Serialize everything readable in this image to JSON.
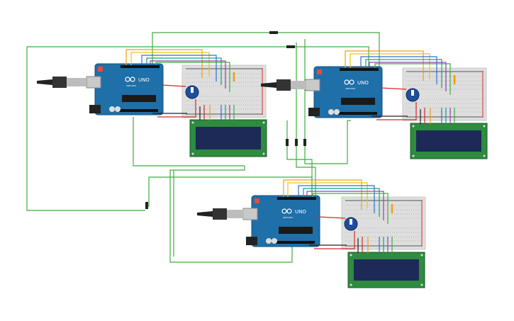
{
  "colors": {
    "background": "#ffffff",
    "arduino_board": "#1f6fa8",
    "arduino_dark": "#13507c",
    "lcd_pcb": "#2e8b3f",
    "lcd_screen": "#1d2a57",
    "breadboard": "#dedede",
    "wire_green": "#3fae3f",
    "wire_red": "#d62828",
    "wire_black": "#222222",
    "wire_orange": "#f39c12",
    "wire_yellow": "#e6c619",
    "wire_blue": "#2f6fd6",
    "wire_purple": "#8e44ad",
    "wire_teal": "#16a085"
  },
  "boards": [
    {
      "label": "UNO",
      "brand": "ARDUINO",
      "usb_icon": "usb-cable-icon"
    },
    {
      "label": "UNO",
      "brand": "ARDUINO",
      "usb_icon": "usb-cable-icon"
    },
    {
      "label": "UNO",
      "brand": "ARDUINO",
      "usb_icon": "usb-cable-icon"
    }
  ],
  "components": {
    "lcd": "16x2 LCD",
    "potentiometer": "potentiometer-icon",
    "breadboard": "breadboard-icon",
    "resistor": "resistor-icon"
  }
}
